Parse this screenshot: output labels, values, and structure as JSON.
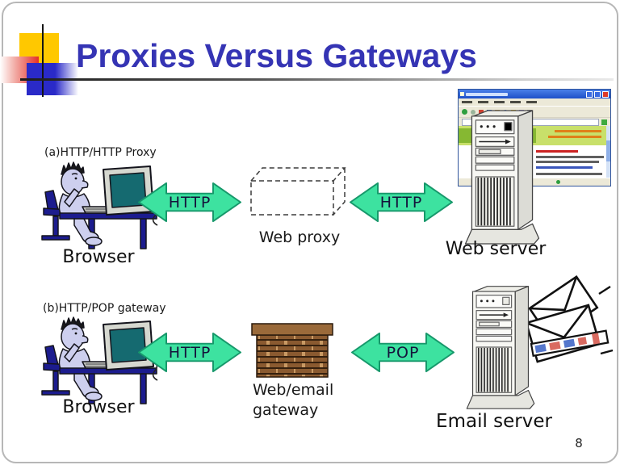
{
  "slide": {
    "title": "Proxies Versus Gateways",
    "page_number": "8"
  },
  "section_a": {
    "label": "(a)HTTP/HTTP Proxy",
    "client_label": "Browser",
    "left_arrow_label": "HTTP",
    "proxy_label": "Web proxy",
    "right_arrow_label": "HTTP",
    "server_label": "Web server"
  },
  "section_b": {
    "label": "(b)HTTP/POP gateway",
    "client_label": "Browser",
    "left_arrow_label": "HTTP",
    "gateway_label_line1": "Web/email",
    "gateway_label_line2": "gateway",
    "right_arrow_label": "POP",
    "server_label": "Email server"
  },
  "colors": {
    "title_text": "#3534b4",
    "arrow_fill": "#3de2a0",
    "arrow_border": "#17986b",
    "brick": "#8a5a30",
    "brick_cap": "#9a6a3a",
    "desk_navy": "#1c1c8e",
    "monitor_screen": "#156a70",
    "deco_yellow": "#ffc800",
    "deco_red": "#e43028",
    "deco_blue": "#2a2ac8"
  },
  "icons": {
    "client": "person-at-computer-icon",
    "arrows": "double-headed-arrow-icon",
    "proxy": "dashed-box-icon",
    "gateway": "brick-wall-icon",
    "server": "server-tower-icon",
    "web_server_screen": "browser-window-icon",
    "email": "envelopes-icon"
  }
}
